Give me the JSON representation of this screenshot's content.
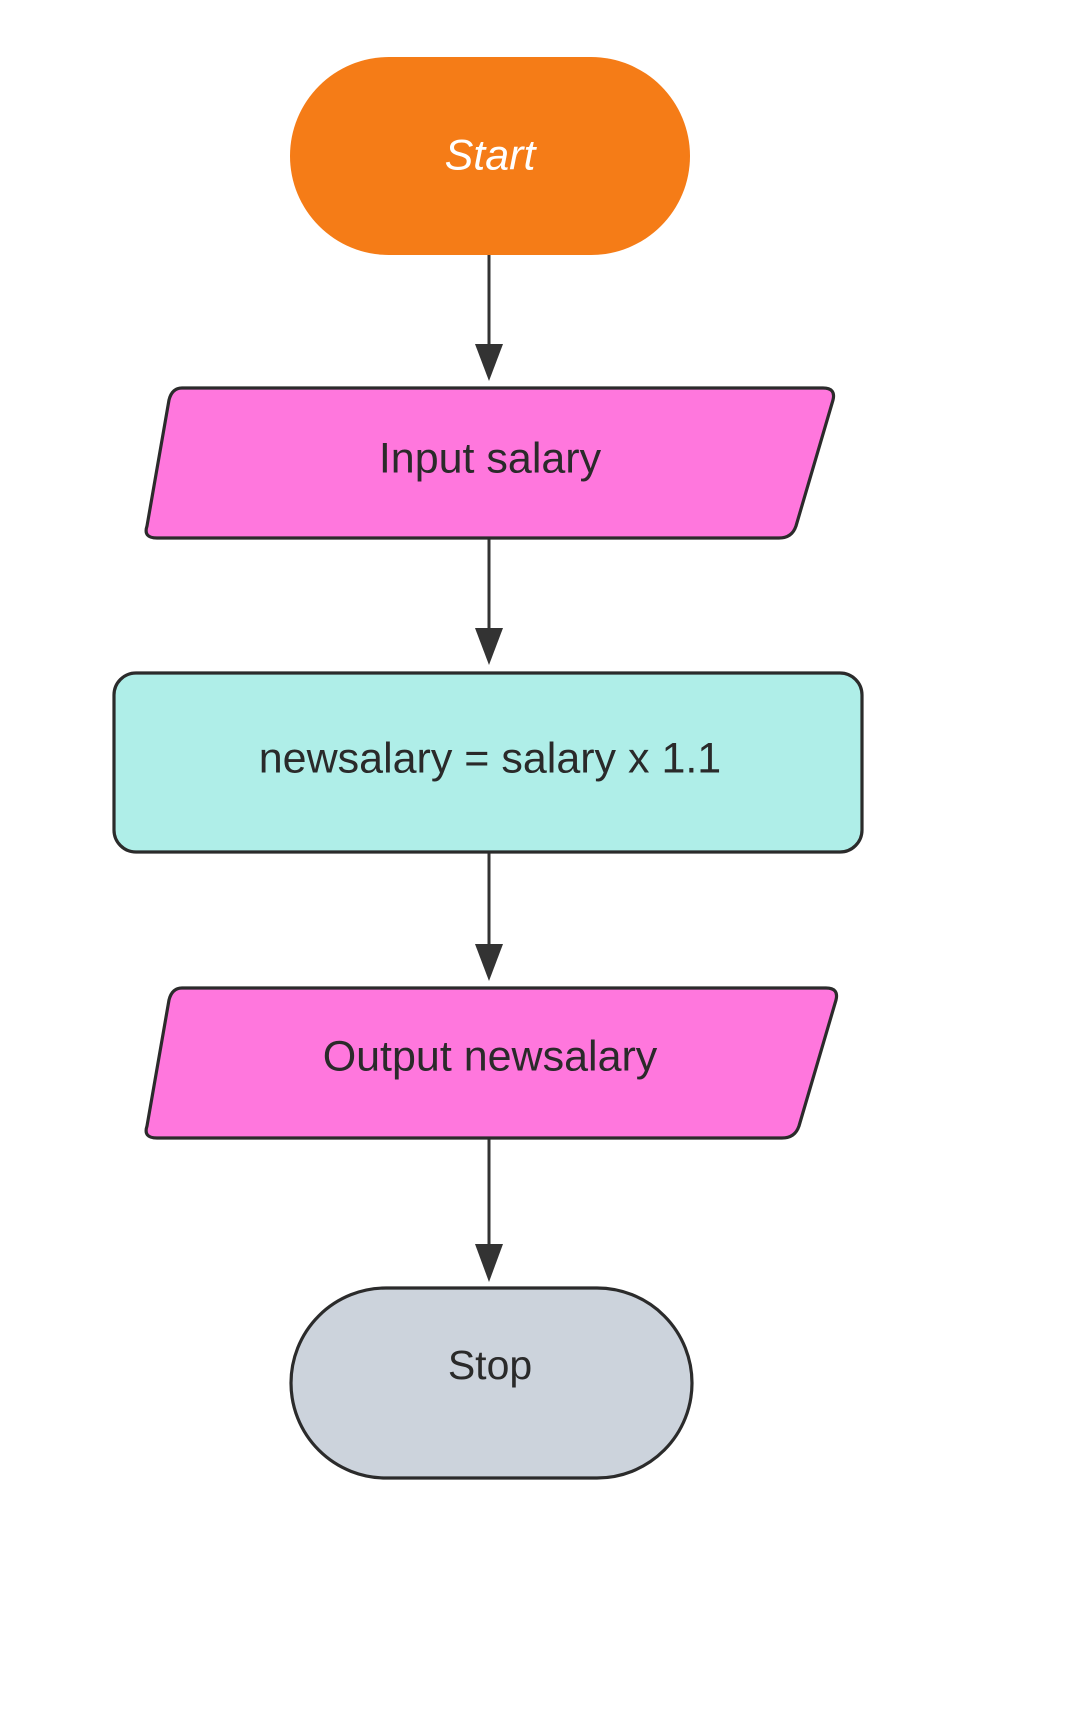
{
  "diagram": {
    "type": "flowchart",
    "orientation": "top-to-bottom",
    "background_color": "#ffffff",
    "title": "",
    "nodes": [
      {
        "id": "start",
        "label": "Start",
        "shape": "stadium",
        "role": "terminator",
        "fill": "#F57C17",
        "text_color": "#ffffff",
        "font_style": "italic",
        "stroke": "none"
      },
      {
        "id": "input",
        "label": "Input salary",
        "shape": "parallelogram",
        "role": "input-output",
        "fill": "#FF77DD",
        "text_color": "#2a2a2a",
        "font_style": "normal",
        "stroke": "#2b2b2b"
      },
      {
        "id": "process",
        "label": "newsalary = salary x 1.1",
        "shape": "rounded-rectangle",
        "role": "process",
        "fill": "#AFEEE8",
        "text_color": "#2a2a2a",
        "font_style": "normal",
        "stroke": "#2b2b2b"
      },
      {
        "id": "output",
        "label": "Output newsalary",
        "shape": "parallelogram",
        "role": "input-output",
        "fill": "#FF77DD",
        "text_color": "#2a2a2a",
        "font_style": "normal",
        "stroke": "#2b2b2b"
      },
      {
        "id": "stop",
        "label": "Stop",
        "shape": "stadium",
        "role": "terminator",
        "fill": "#CCD3DC",
        "text_color": "#2a2a2a",
        "font_style": "normal",
        "stroke": "#2b2b2b"
      }
    ],
    "edges": [
      {
        "id": "e1",
        "from": "start",
        "to": "input",
        "label": "",
        "arrow": "filled-triangle",
        "color": "#333333"
      },
      {
        "id": "e2",
        "from": "input",
        "to": "process",
        "label": "",
        "arrow": "filled-triangle",
        "color": "#333333"
      },
      {
        "id": "e3",
        "from": "process",
        "to": "output",
        "label": "",
        "arrow": "filled-triangle",
        "color": "#333333"
      },
      {
        "id": "e4",
        "from": "output",
        "to": "stop",
        "label": "",
        "arrow": "filled-triangle",
        "color": "#333333"
      }
    ]
  }
}
